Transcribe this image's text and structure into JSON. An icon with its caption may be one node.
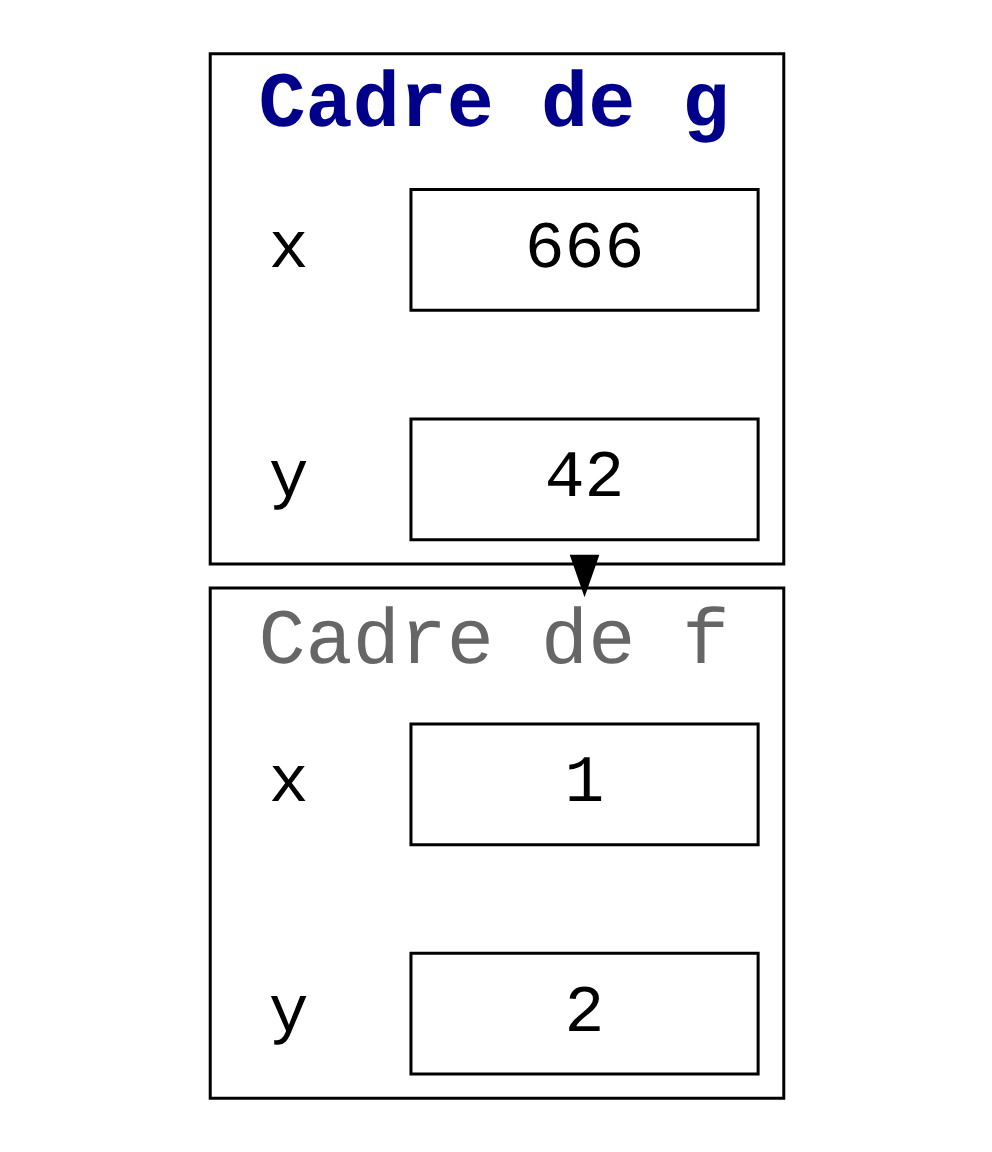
{
  "diagram": {
    "nodes": [
      {
        "text": [
          "Cadre de g"
        ]
      },
      {
        "text": [
          "666"
        ],
        "in": 0,
        "beside": [
          "x"
        ]
      },
      {
        "text": [
          "42"
        ],
        "in": 0,
        "beside": [
          "y"
        ]
      },
      {
        "text": [
          "Cadre de f"
        ]
      },
      {
        "text": [
          "1"
        ],
        "in": 3,
        "beside": [
          "x"
        ]
      },
      {
        "text": [
          "2"
        ],
        "in": 3,
        "beside": [
          "y"
        ]
      }
    ],
    "edges": [
      {
        "from": 0,
        "to": 3,
        "arrow": "to"
      }
    ]
  }
}
